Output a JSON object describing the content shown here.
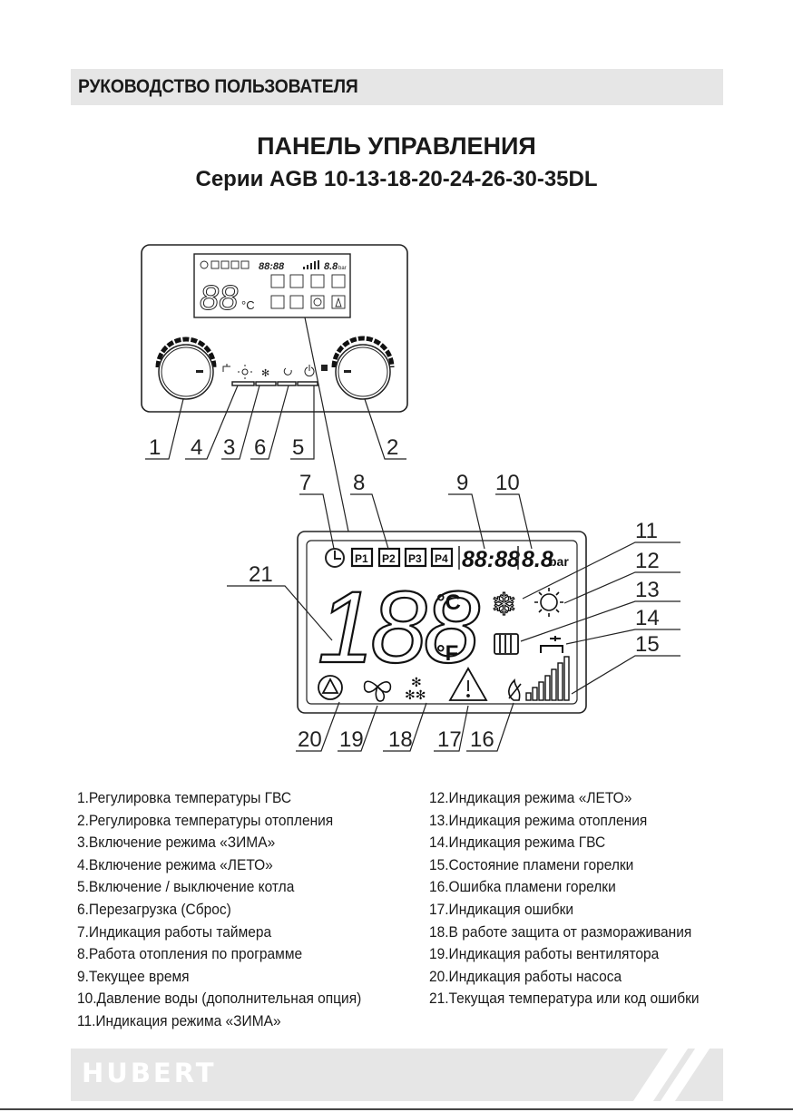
{
  "header": {
    "section_title": "РУКОВОДСТВО ПОЛЬЗОВАТЕЛЯ"
  },
  "title": {
    "line1": "ПАНЕЛЬ УПРАВЛЕНИЯ",
    "line2": "Серии AGB 10-13-18-20-24-26-30-35DL"
  },
  "panel": {
    "lcd_small": {
      "digits_time": "88:88",
      "pressure": "8.8",
      "pressure_unit": "bar",
      "temp": "88",
      "unit_c": "°C"
    }
  },
  "display": {
    "program_labels": [
      "P1",
      "P2",
      "P3",
      "P4"
    ],
    "time_digits": "88:88",
    "pressure_digits": "8.8",
    "pressure_unit": "bar",
    "temp_digits": "188",
    "unit_c": "°C",
    "unit_f": "°F"
  },
  "callouts": {
    "panel": [
      "1",
      "4",
      "3",
      "6",
      "5",
      "2"
    ],
    "top": [
      "7",
      "8",
      "9",
      "10"
    ],
    "right": [
      "11",
      "12",
      "13",
      "14",
      "15"
    ],
    "left": [
      "21"
    ],
    "bottom": [
      "20",
      "19",
      "18",
      "17",
      "16"
    ]
  },
  "legend": {
    "left": [
      "1.Регулировка температуры ГВС",
      "2.Регулировка температуры отопления",
      "3.Включение режима «ЗИМА»",
      "4.Включение режима «ЛЕТО»",
      "5.Включение / выключение котла",
      "6.Перезагрузка (Сброс)",
      "7.Индикация работы таймера",
      "8.Работа отопления по программе",
      "9.Текущее время",
      "10.Давление воды (дополнительная опция)",
      "11.Индикация режима «ЗИМА»"
    ],
    "right": [
      "12.Индикация режима «ЛЕТО»",
      "13.Индикация режима отопления",
      "14.Индикация режима ГВС",
      "15.Состояние пламени горелки",
      "16.Ошибка пламени горелки",
      "17.Индикация ошибки",
      "18.В работе защита от размораживания",
      "19.Индикация работы вентилятора",
      "20.Индикация работы насоса",
      "21.Текущая температура или код ошибки"
    ]
  },
  "footer": {
    "brand": "HUBERT"
  }
}
